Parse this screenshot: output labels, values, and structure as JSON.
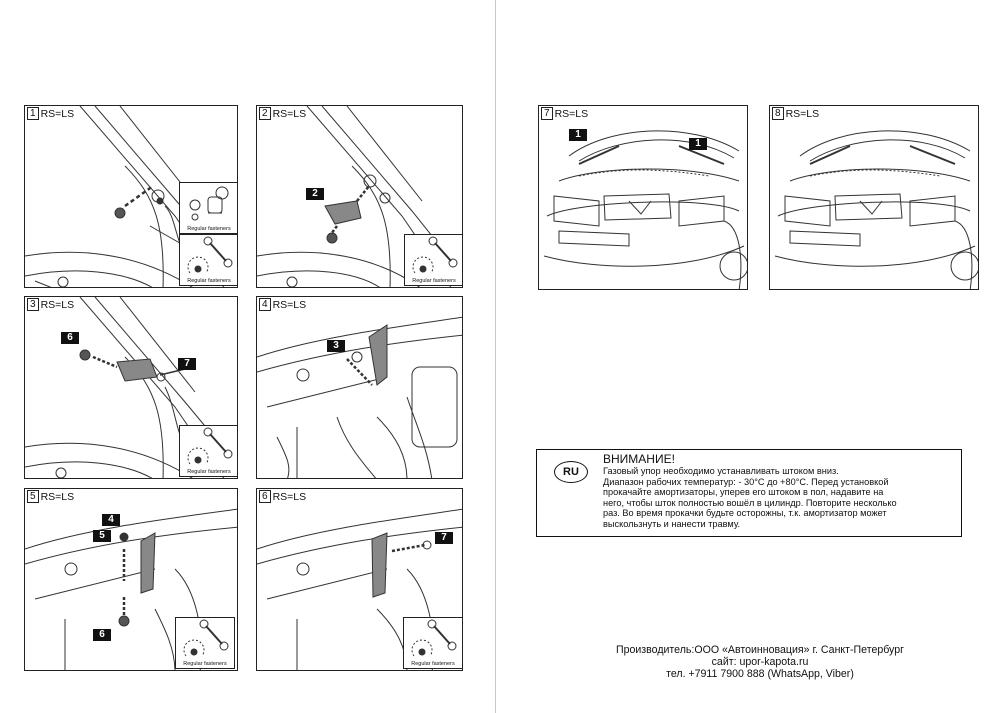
{
  "panels": [
    {
      "num": "1",
      "label": "RS=LS",
      "callouts": [],
      "fasteners": [
        "Regular fasteners",
        "Regular fasteners"
      ]
    },
    {
      "num": "2",
      "label": "RS=LS",
      "callouts": [
        "2"
      ],
      "fasteners": [
        "Regular fasteners"
      ]
    },
    {
      "num": "3",
      "label": "RS=LS",
      "callouts": [
        "6",
        "7"
      ],
      "fasteners": [
        "Regular fasteners"
      ]
    },
    {
      "num": "4",
      "label": "RS=LS",
      "callouts": [
        "3"
      ],
      "fasteners": []
    },
    {
      "num": "5",
      "label": "RS=LS",
      "callouts": [
        "4",
        "5",
        "6"
      ],
      "fasteners": [
        "Regular fasteners"
      ]
    },
    {
      "num": "6",
      "label": "RS=LS",
      "callouts": [
        "7"
      ],
      "fasteners": [
        "Regular fasteners"
      ]
    },
    {
      "num": "7",
      "label": "RS=LS",
      "callouts": [
        "1",
        "1"
      ],
      "fasteners": []
    },
    {
      "num": "8",
      "label": "RS=LS",
      "callouts": [],
      "fasteners": []
    }
  ],
  "warning": {
    "badge": "RU",
    "title": "ВНИМАНИЕ!",
    "lines": [
      "Газовый упор необходимо устанавливать штоком вниз.",
      "Диапазон рабочих температур: - 30°С до +80°С. Перед установкой",
      "прокачайте амортизаторы, уперев его штоком в пол,   надавите на",
      "него, чтобы шток полностью вошёл в цилиндр. Повторите несколько",
      "раз. Во время прокачки будьте осторожны, т.к. амортизатор может",
      "выскользнуть и нанести травму."
    ]
  },
  "footer": {
    "line1": "Производитель:ООО «Автоинновация» г. Санкт-Петербург",
    "line2": "сайт: upor-kapota.ru",
    "line3": "тел. +7911 7900 888 (WhatsApp, Viber)"
  }
}
